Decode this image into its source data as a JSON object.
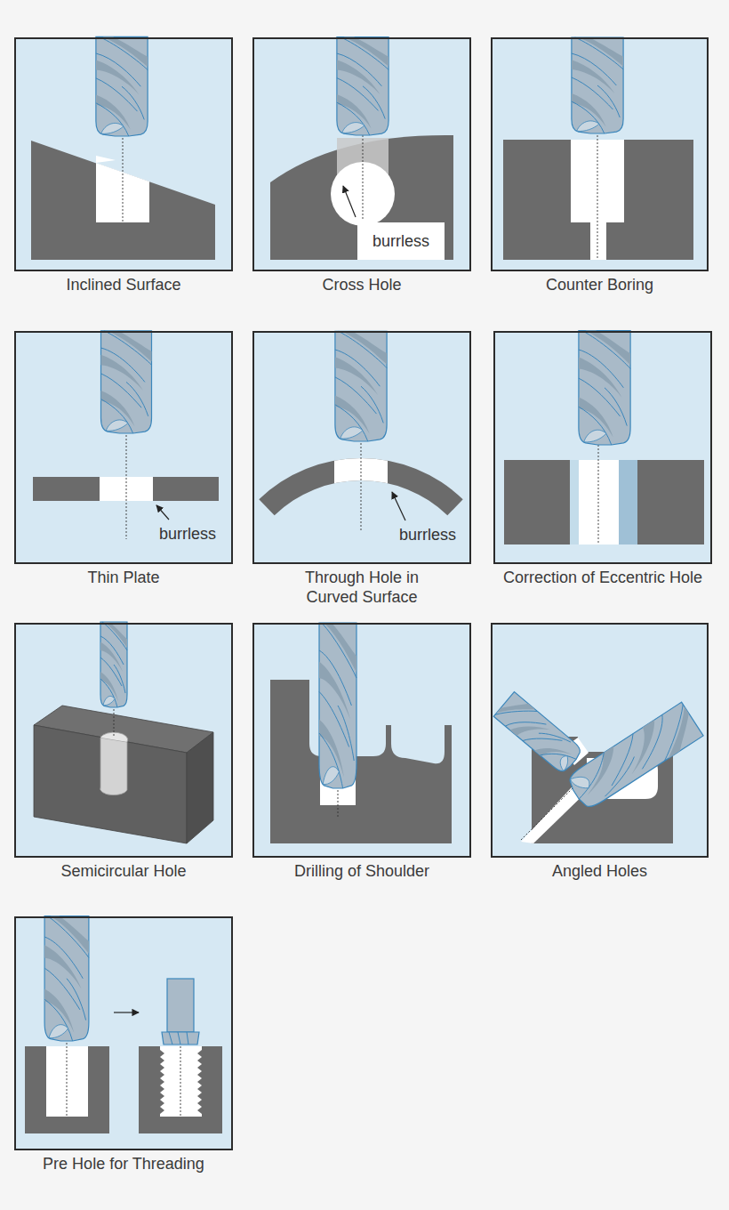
{
  "diagram": {
    "nodes": [
      {
        "text": [
          "Inclined Surface"
        ]
      },
      {
        "text": [
          "Cross Hole"
        ]
      },
      {
        "text": [
          "Counter Boring"
        ]
      },
      {
        "text": [
          "Thin Plate"
        ]
      },
      {
        "text": [
          "Through Hole in Curved Surface"
        ]
      },
      {
        "text": [
          "Correction of Eccentric Hole"
        ]
      },
      {
        "text": [
          "Semicircular Hole"
        ]
      },
      {
        "text": [
          "Drilling of Shoulder"
        ]
      },
      {
        "text": [
          "Angled Holes"
        ]
      },
      {
        "text": [
          "Pre Hole for Threading"
        ]
      }
    ],
    "labels": [
      "burrless",
      "burrless",
      "burrless"
    ]
  }
}
